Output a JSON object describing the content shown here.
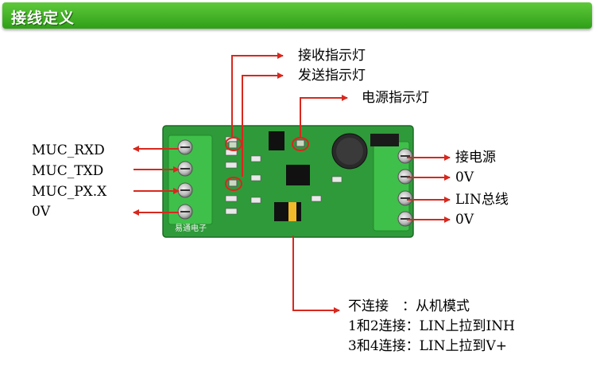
{
  "banner": {
    "title": "接线定义"
  },
  "board": {
    "brand": "易通电子"
  },
  "left_pins": [
    {
      "label": "MUC_RXD",
      "direction": "out"
    },
    {
      "label": "MUC_TXD",
      "direction": "in"
    },
    {
      "label": "MUC_PX.X",
      "direction": "in"
    },
    {
      "label": "0V",
      "direction": "out"
    }
  ],
  "right_pins": [
    {
      "label": "接电源"
    },
    {
      "label": "0V"
    },
    {
      "label": "LIN总线"
    },
    {
      "label": "0V"
    }
  ],
  "indicators": [
    {
      "label": "接收指示灯"
    },
    {
      "label": "发送指示灯"
    },
    {
      "label": "电源指示灯"
    }
  ],
  "jumper_notes": [
    {
      "label": "不连接　：从机模式"
    },
    {
      "label": "1和2连接：LIN上拉到INH"
    },
    {
      "label": "3和4连接：LIN上拉到V+"
    }
  ],
  "colors": {
    "banner": "#3fb021",
    "pcb": "#2f9a3a",
    "terminal": "#3fc04a",
    "arrow": "#d8281e"
  }
}
